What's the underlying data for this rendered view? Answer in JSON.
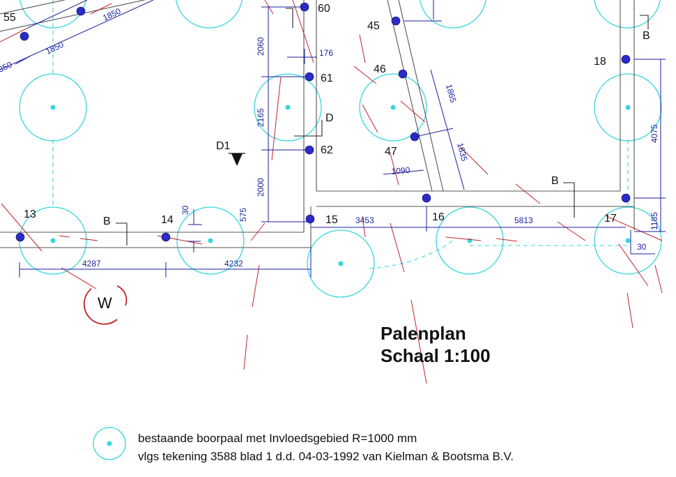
{
  "colors": {
    "existing_pile": "#35d6dd",
    "new_pile": "#2a2bc9",
    "dimension": "#1a1f9c",
    "wall": "#555555",
    "hatch": "#c0252a"
  },
  "pile_labels": [
    "55",
    "60",
    "45",
    "B",
    "18",
    "176",
    "61",
    "46",
    "D",
    "62",
    "D1",
    "47",
    "13",
    "B",
    "14",
    "15",
    "16",
    "17",
    "B"
  ],
  "dimensions": [
    "1850",
    "1850",
    "350",
    "2060",
    "2165",
    "2000",
    "575",
    "30",
    "1865",
    "1835",
    "1090",
    "4075",
    "1185",
    "3453",
    "5813",
    "30",
    "4287",
    "4232"
  ],
  "markers": {
    "w_symbol": "W"
  },
  "title": {
    "line1": "Palenplan",
    "line2": "Schaal 1:100"
  },
  "legend": {
    "line1": "bestaande boorpaal met Invloedsgebied R=1000 mm",
    "line2": "vlgs tekening 3588 blad 1 d.d. 04-03-1992 van Kielman & Bootsma B.V."
  }
}
